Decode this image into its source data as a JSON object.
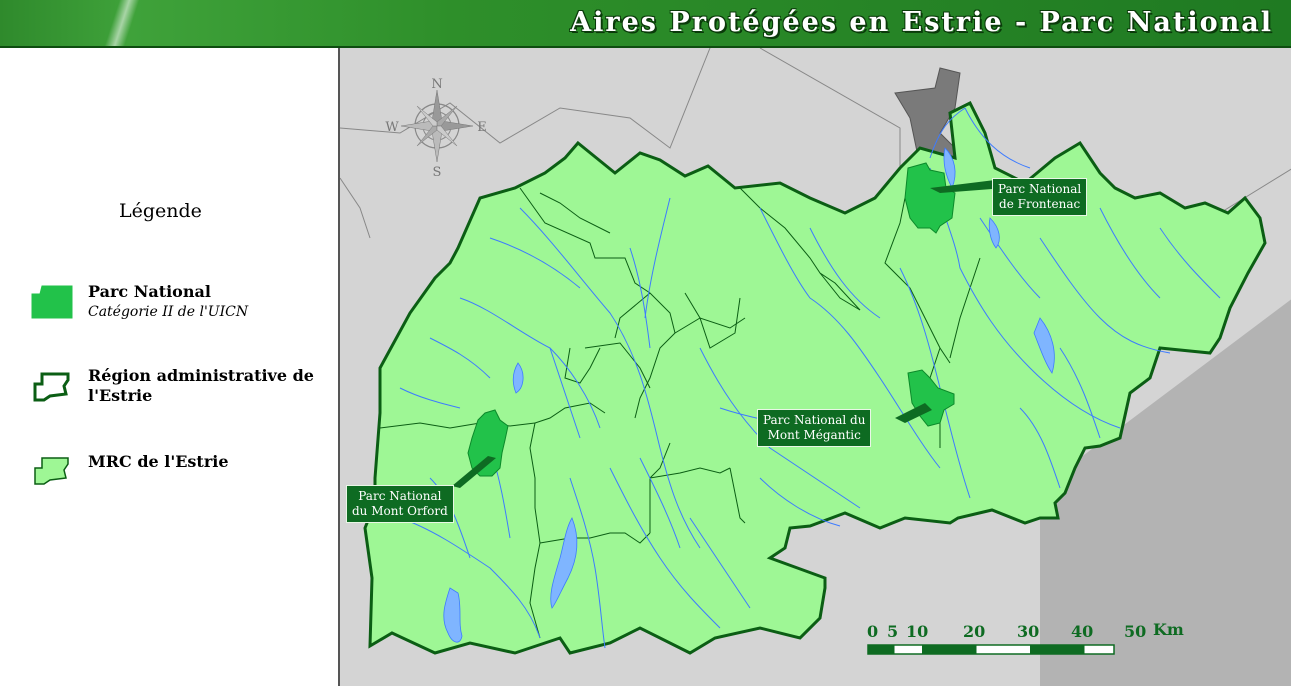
{
  "title": "Aires Protégées en Estrie - Parc National",
  "legend": {
    "title": "Légende",
    "items": [
      {
        "label": "Parc National",
        "sublabel": "Catégorie II de l'UICN"
      },
      {
        "label": "Région administrative de l'Estrie",
        "sublabel": ""
      },
      {
        "label": "MRC de l'Estrie",
        "sublabel": ""
      }
    ]
  },
  "compass": {
    "n": "N",
    "s": "S",
    "e": "E",
    "w": "W"
  },
  "parks": [
    {
      "name": "Parc National de Frontenac",
      "line1": "Parc National",
      "line2": "de Frontenac"
    },
    {
      "name": "Parc National du Mont Mégantic",
      "line1": "Parc National du",
      "line2": "Mont Mégantic"
    },
    {
      "name": "Parc National du Mont Orford",
      "line1": "Parc National",
      "line2": "du Mont Orford"
    }
  ],
  "scale": {
    "ticks": [
      "0",
      "5",
      "10",
      "20",
      "30",
      "40",
      "50"
    ],
    "unit": "Km"
  },
  "colors": {
    "region_fill": "#9ef795",
    "park_fill": "#22c24a",
    "border": "#0b5e14",
    "water": "#7fb5ff",
    "outside": "#c9c9c9",
    "callout": "#0e6b22"
  }
}
